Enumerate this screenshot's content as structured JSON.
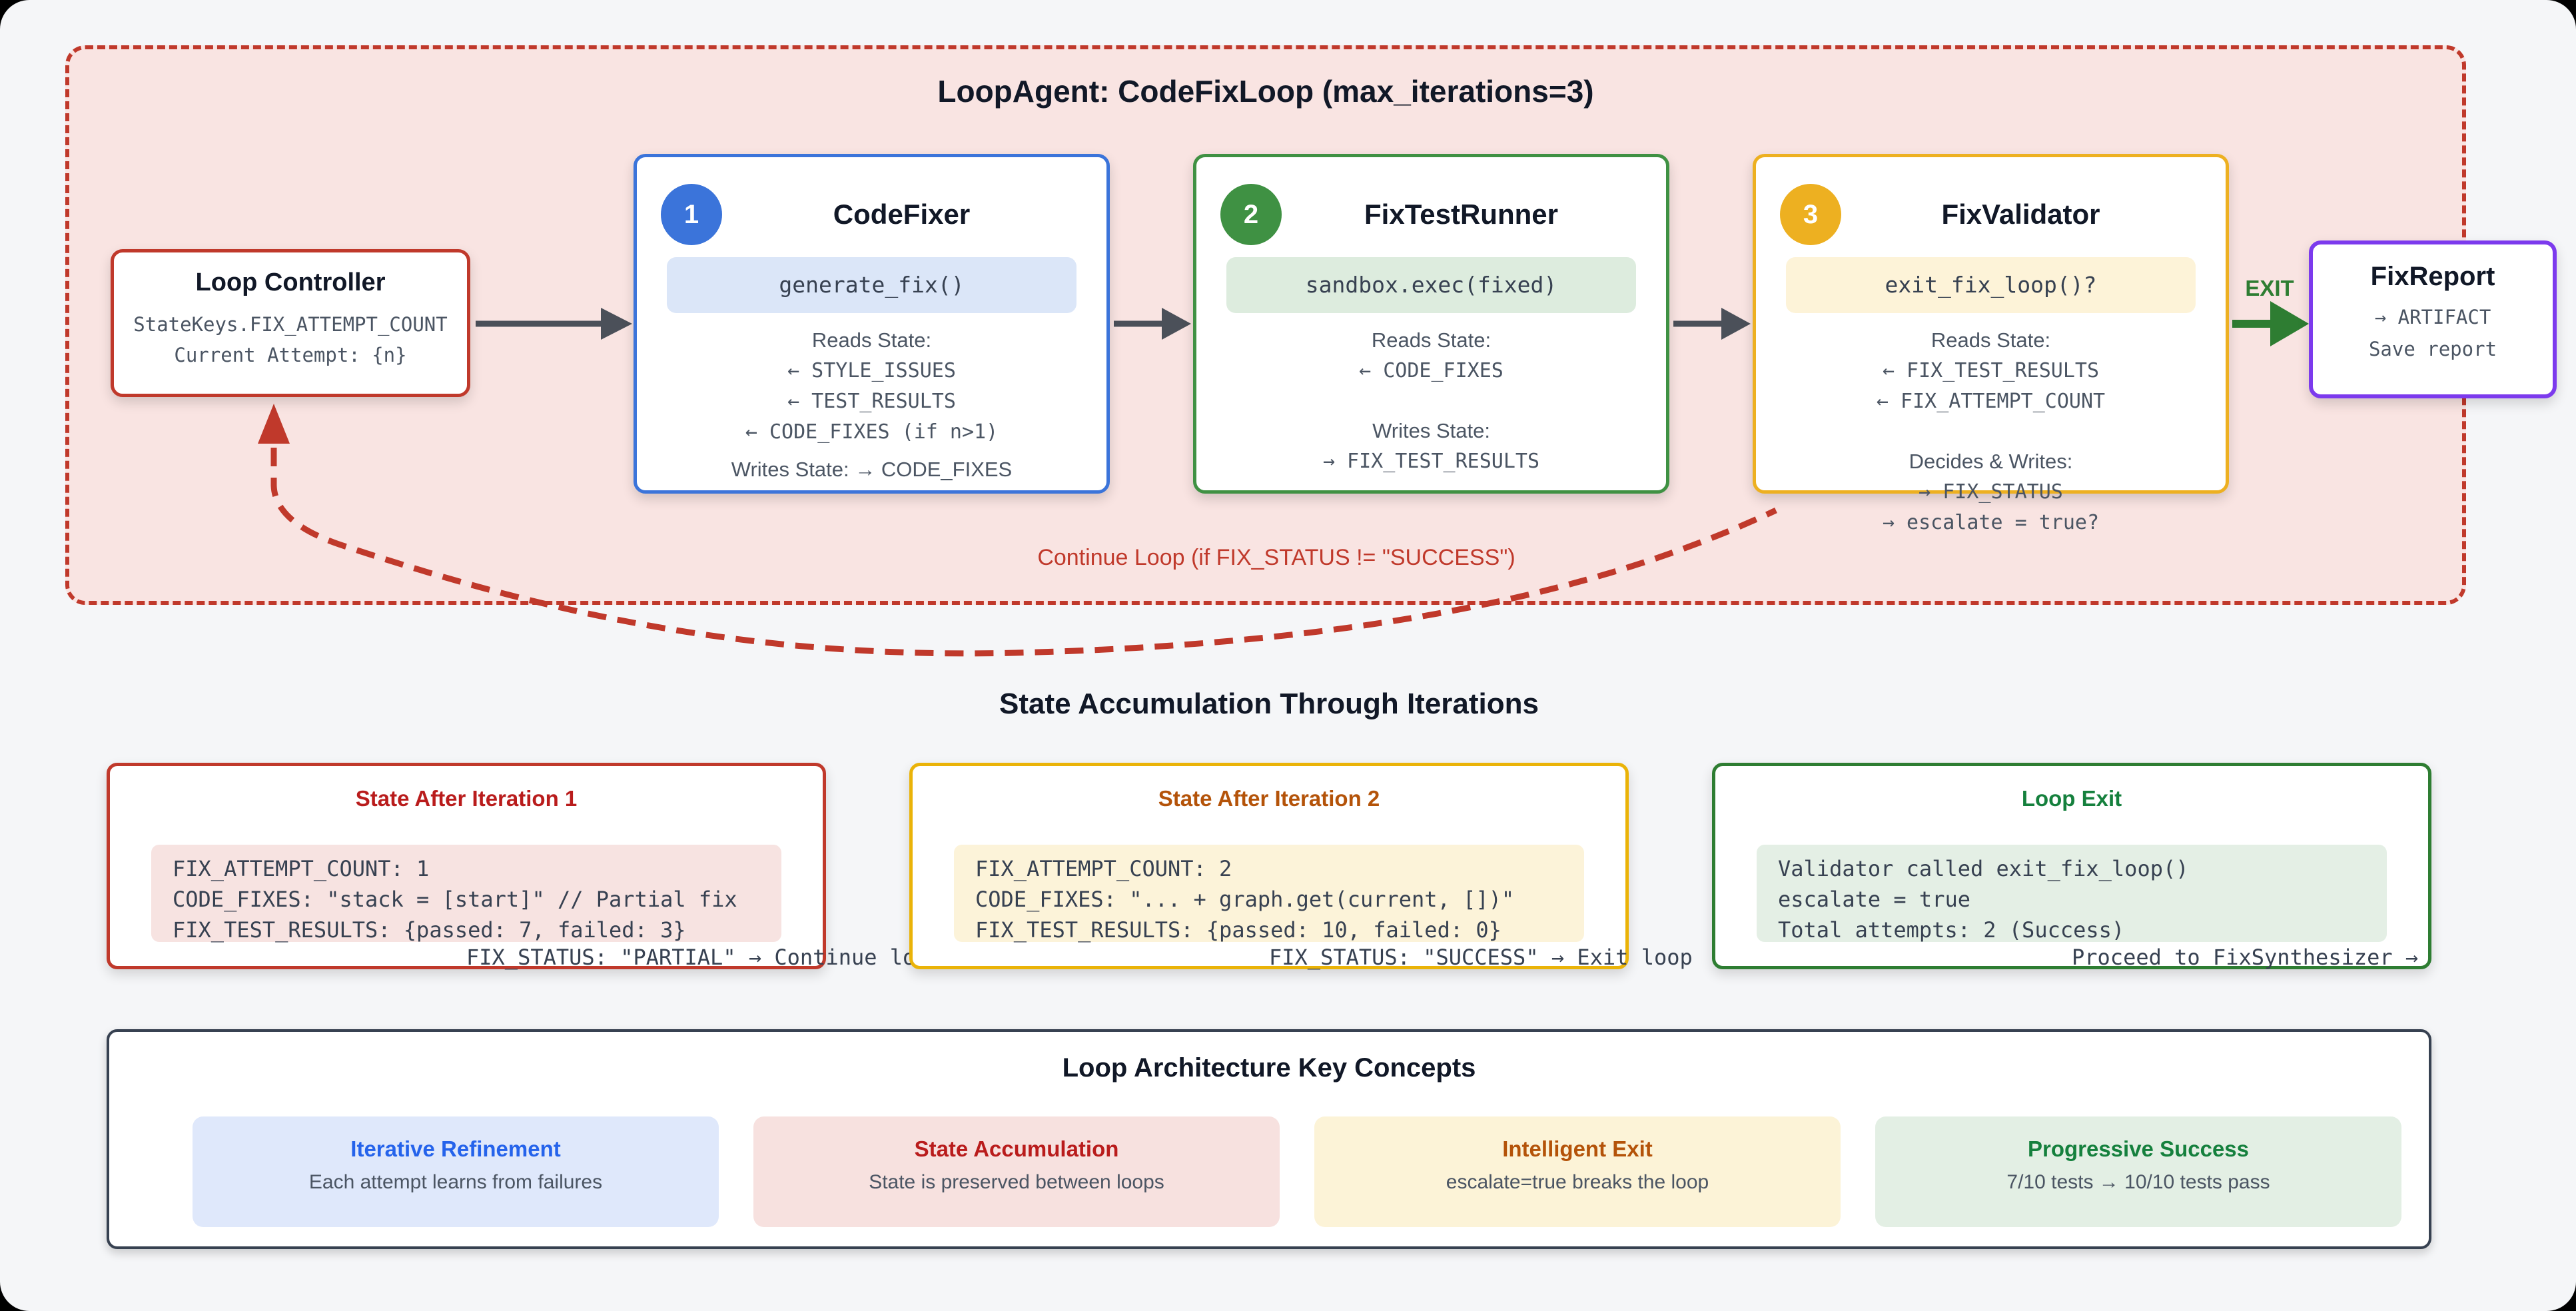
{
  "loop_container": {
    "title": "LoopAgent: CodeFixLoop (max_iterations=3)",
    "border_color": "#c0392b",
    "bg_color": "#f9e4e2",
    "controller": {
      "title": "Loop Controller",
      "statekey_line": "StateKeys.FIX_ATTEMPT_COUNT",
      "attempt_line": "Current Attempt: {n}"
    },
    "agents": [
      {
        "number": "1",
        "title": "CodeFixer",
        "accent": "#3b74da",
        "pill_bg": "#dbe6f8",
        "method": "generate_fix()",
        "reads_label": "Reads State:",
        "reads": [
          "← STYLE_ISSUES",
          "← TEST_RESULTS",
          "← CODE_FIXES (if n>1)"
        ],
        "writes_line": "Writes State: → CODE_FIXES"
      },
      {
        "number": "2",
        "title": "FixTestRunner",
        "accent": "#3f9143",
        "pill_bg": "#ddecde",
        "method": "sandbox.exec(fixed)",
        "reads_label": "Reads State:",
        "reads": [
          "← CODE_FIXES"
        ],
        "writes_label": "Writes State:",
        "writes": [
          "→ FIX_TEST_RESULTS"
        ]
      },
      {
        "number": "3",
        "title": "FixValidator",
        "accent": "#edb021",
        "pill_bg": "#fdf3d8",
        "method": "exit_fix_loop()?",
        "reads_label": "Reads State:",
        "reads": [
          "← FIX_TEST_RESULTS",
          "← FIX_ATTEMPT_COUNT"
        ],
        "writes_label": "Decides & Writes:",
        "writes": [
          "→ FIX_STATUS",
          "→ escalate = true?"
        ]
      }
    ],
    "exit_label": "EXIT",
    "exit_color": "#2e7d32",
    "report": {
      "title": "FixReport",
      "accent": "#7c3aed",
      "artifact_line": "→ ARTIFACT",
      "save_line": "Save report"
    },
    "continue_label": "Continue Loop (if FIX_STATUS != \"SUCCESS\")"
  },
  "state_section": {
    "heading": "State Accumulation Through Iterations",
    "boxes": [
      {
        "title": "State After Iteration 1",
        "accent": "#c0392b",
        "title_color": "#b91c1c",
        "code_bg": "#f7e3e1",
        "lines": [
          "FIX_ATTEMPT_COUNT: 1",
          "CODE_FIXES: \"stack = [start]\" // Partial fix",
          "FIX_TEST_RESULTS: {passed: 7, failed: 3}"
        ],
        "overflow_line": "FIX_STATUS: \"PARTIAL\" → Continue loop"
      },
      {
        "title": "State After Iteration 2",
        "accent": "#eab308",
        "title_color": "#b45309",
        "code_bg": "#fcf3d9",
        "lines": [
          "FIX_ATTEMPT_COUNT: 2",
          "CODE_FIXES: \"... + graph.get(current, [])\"",
          "FIX_TEST_RESULTS: {passed: 10, failed: 0}"
        ],
        "overflow_line": "FIX_STATUS: \"SUCCESS\" → Exit loop"
      },
      {
        "title": "Loop Exit",
        "accent": "#2e7d32",
        "title_color": "#15803d",
        "code_bg": "#e4efe5",
        "lines": [
          "Validator called exit_fix_loop()",
          "escalate = true",
          "Total attempts: 2 (Success)"
        ],
        "overflow_line": "Proceed to FixSynthesizer →"
      }
    ]
  },
  "concepts": {
    "heading": "Loop Architecture Key Concepts",
    "cards": [
      {
        "title": "Iterative Refinement",
        "desc": "Each attempt learns from failures",
        "bg": "#dfe8fb",
        "title_color": "#2563eb"
      },
      {
        "title": "State Accumulation",
        "desc": "State is preserved between loops",
        "bg": "#f7e1df",
        "title_color": "#b91c1c"
      },
      {
        "title": "Intelligent Exit",
        "desc": "escalate=true breaks the loop",
        "bg": "#fcf3d7",
        "title_color": "#b45309"
      },
      {
        "title": "Progressive Success",
        "desc": "7/10 tests → 10/10 tests pass",
        "bg": "#e3efe4",
        "title_color": "#15803d"
      }
    ]
  }
}
